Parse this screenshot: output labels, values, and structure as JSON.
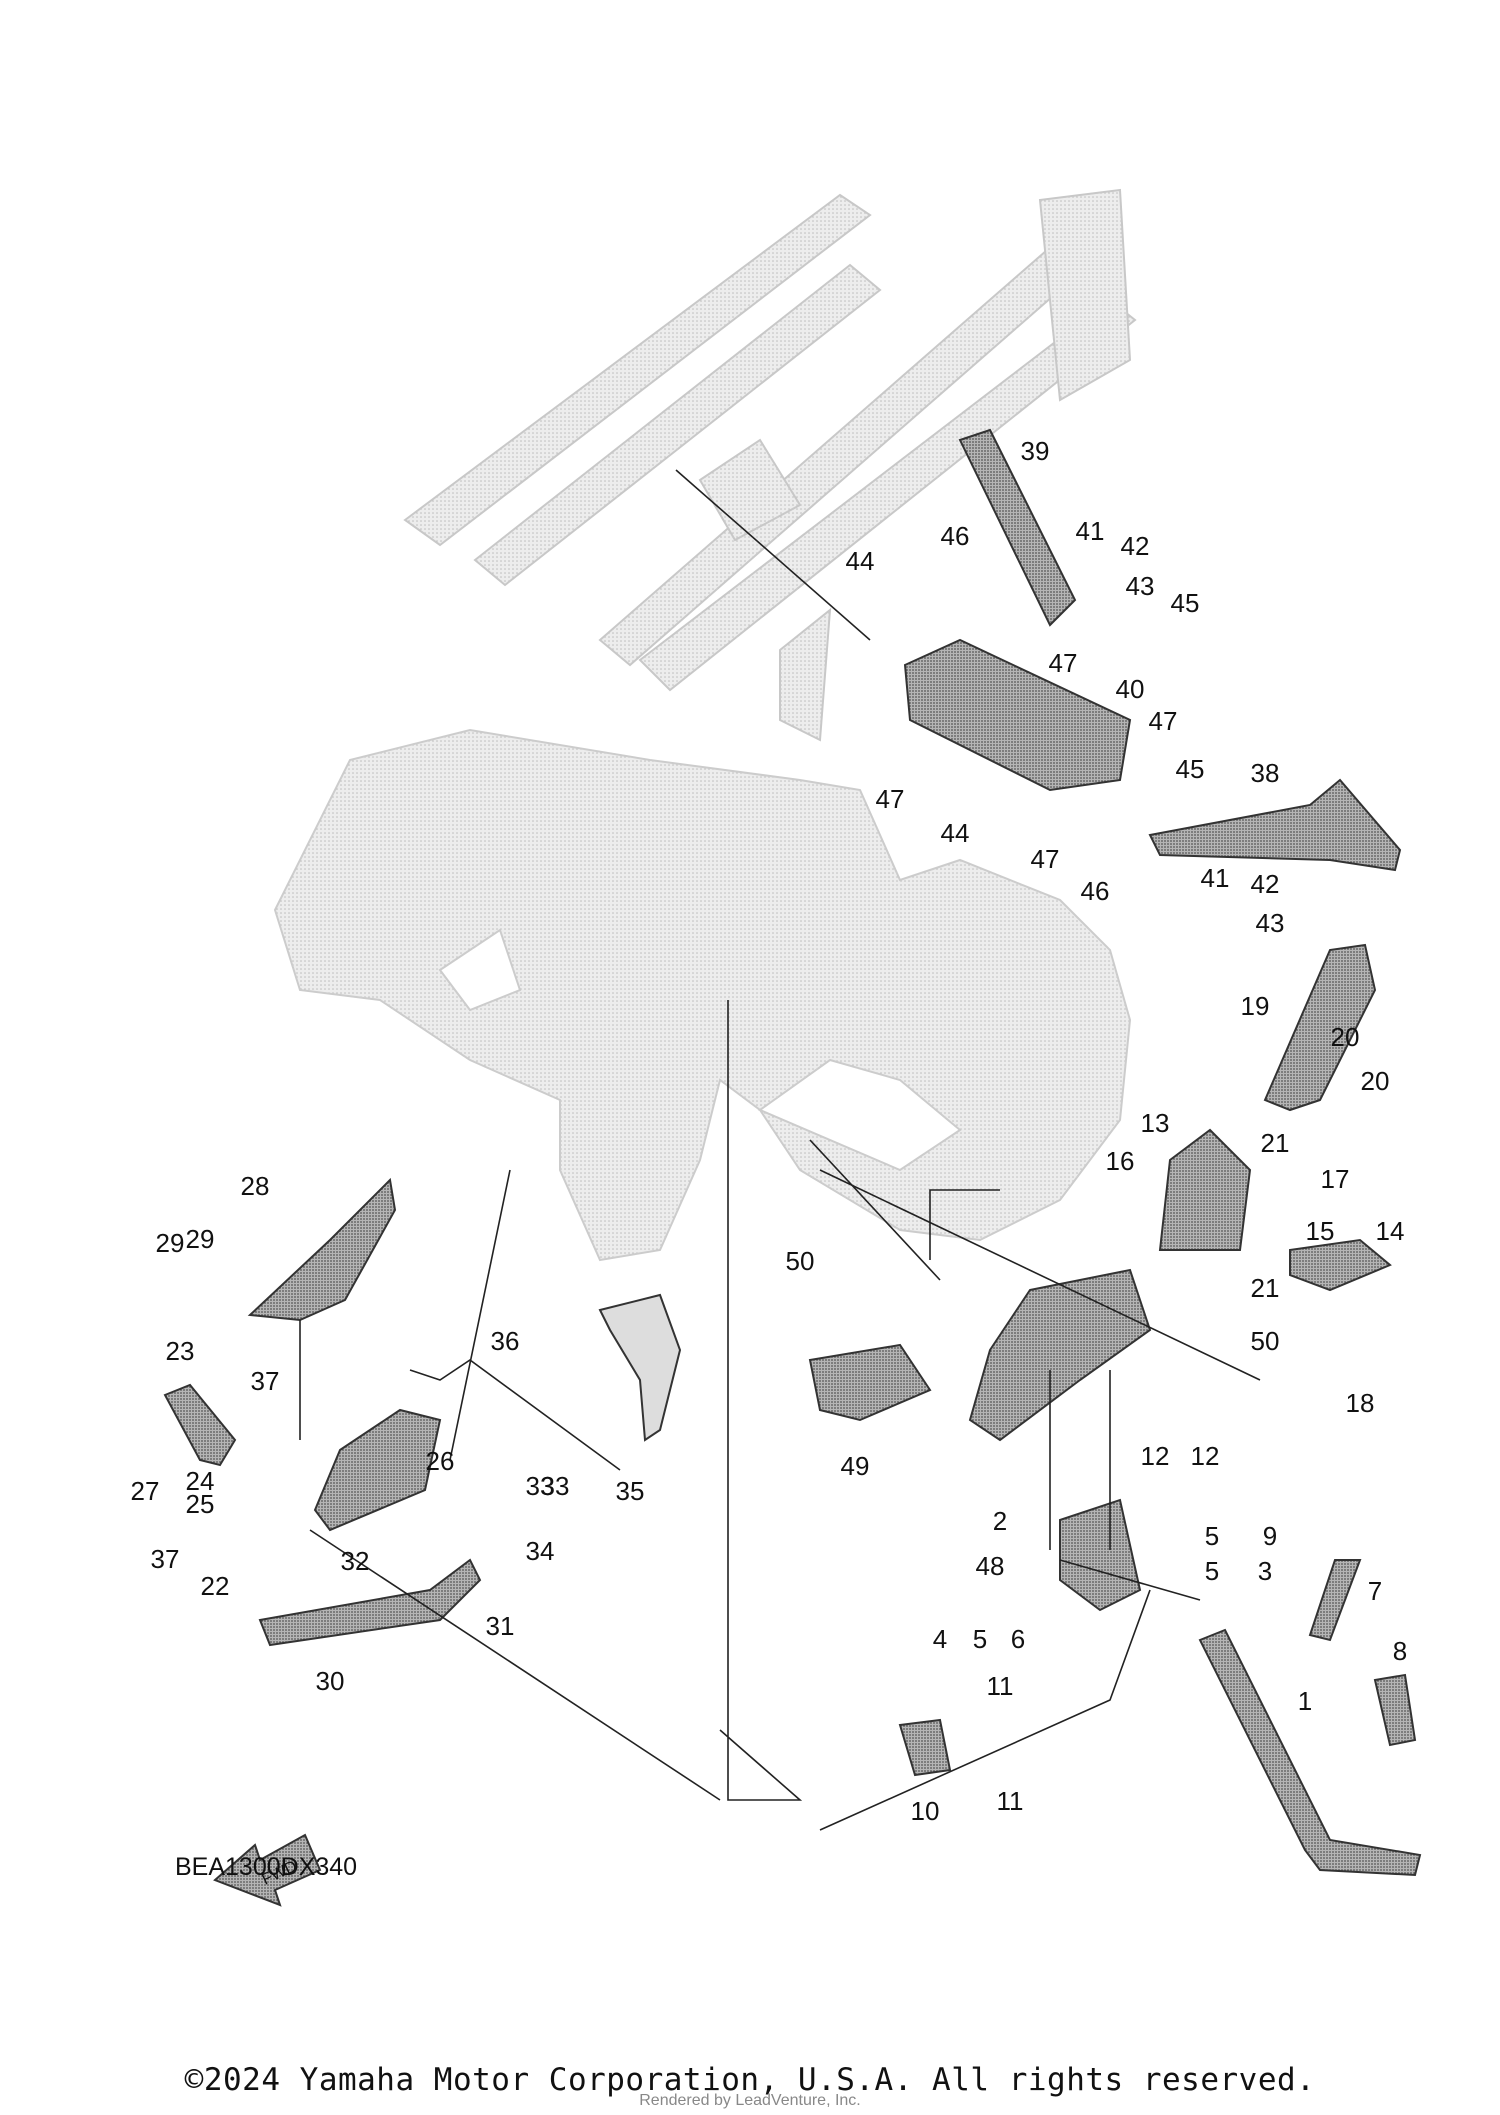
{
  "diagram": {
    "drawing_code": "BEA1300DX340",
    "fwd_label": "FWD",
    "callouts": [
      "1",
      "2",
      "3",
      "4",
      "5",
      "5",
      "5",
      "6",
      "7",
      "8",
      "9",
      "10",
      "11",
      "11",
      "12",
      "12",
      "13",
      "14",
      "15",
      "16",
      "17",
      "18",
      "19",
      "20",
      "20",
      "21",
      "21",
      "22",
      "23",
      "24",
      "25",
      "26",
      "27",
      "28",
      "29",
      "29",
      "30",
      "31",
      "32",
      "33",
      "33",
      "34",
      "35",
      "36",
      "37",
      "37",
      "38",
      "39",
      "40",
      "41",
      "41",
      "42",
      "42",
      "43",
      "43",
      "44",
      "44",
      "45",
      "45",
      "46",
      "46",
      "47",
      "47",
      "47",
      "47",
      "48",
      "49",
      "50",
      "50"
    ]
  },
  "footer": {
    "copyright": "©2024 Yamaha Motor Corporation, U.S.A. All rights reserved.",
    "watermark": "Rendered by LeadVenture, Inc."
  },
  "colors": {
    "ink": "#111111",
    "ghost": "#d8d8d8",
    "part": "#9a9a9a"
  }
}
